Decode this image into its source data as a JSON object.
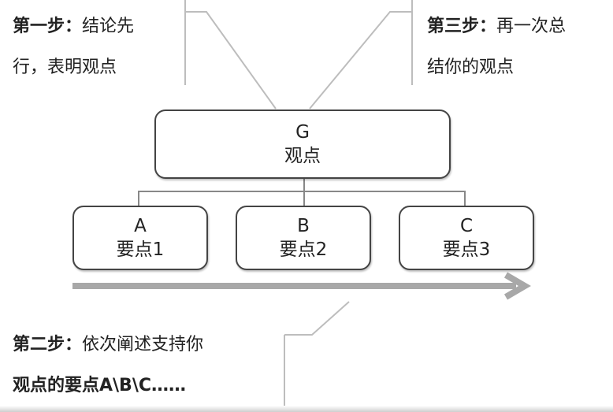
{
  "steps": {
    "step1": {
      "label": "第一步：",
      "line1": "结论先",
      "line2": "行，表明观点"
    },
    "step2": {
      "label": "第二步：",
      "line1": "依次阐述支持你",
      "line2": "观点的要点A\\B\\C……"
    },
    "step3": {
      "label": "第三步：",
      "line1": "再一次总",
      "line2": "结你的观点"
    }
  },
  "nodes": {
    "top": {
      "letter": "G",
      "text": "观点"
    },
    "a": {
      "letter": "A",
      "text": "要点1"
    },
    "b": {
      "letter": "B",
      "text": "要点2"
    },
    "c": {
      "letter": "C",
      "text": "要点3"
    }
  },
  "colors": {
    "connector": "#9a9a9a",
    "arrow": "#a8a8a8",
    "border": "#444444"
  }
}
